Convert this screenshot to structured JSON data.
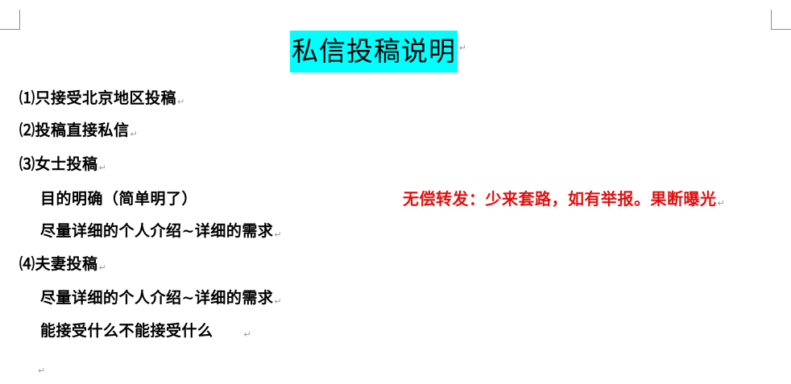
{
  "document": {
    "title": "私信投稿说明",
    "paragraph_mark": "↵",
    "lines": [
      {
        "text": "⑴只接受北京地区投稿",
        "indent": false
      },
      {
        "text": "⑵投稿直接私信",
        "indent": false
      },
      {
        "text": "⑶女士投稿",
        "indent": false
      },
      {
        "text": "目的明确（简单明了）",
        "indent": true
      },
      {
        "text": "尽量详细的个人介绍~详细的需求",
        "indent": true
      },
      {
        "text": "⑷夫妻投稿",
        "indent": false
      },
      {
        "text": "尽量详细的个人介绍~详细的需求",
        "indent": true
      },
      {
        "text": "能接受什么不能接受什么",
        "indent": true
      }
    ],
    "notice": {
      "text": "无偿转发：少来套路，如有举报。果断曝光",
      "color": "#e01010"
    },
    "title_highlight_color": "#00ffff"
  }
}
